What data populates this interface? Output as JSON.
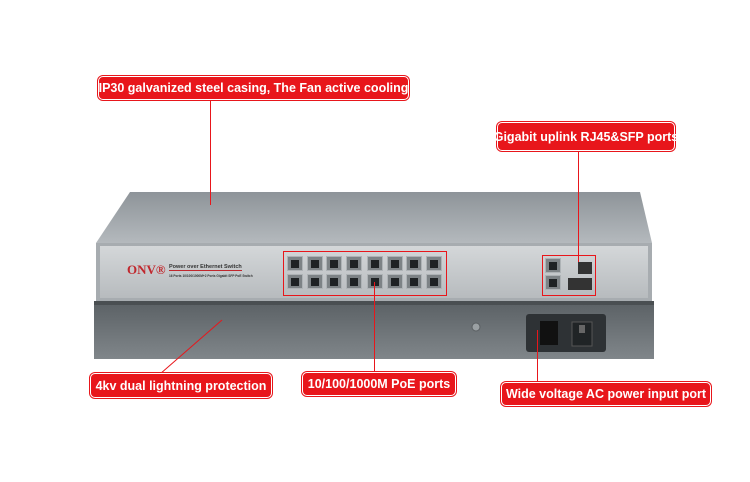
{
  "product": {
    "brand": "ONV®",
    "panel_title": "Power over Ethernet Switch",
    "panel_subtitle": "16 Ports 10/100/1000M+2 Ports Gigabit SFP PoE Switch"
  },
  "callouts": {
    "casing": "IP30 galvanized steel casing, The Fan active cooling",
    "uplink": "Gigabit uplink RJ45&SFP ports",
    "lightning": "4kv dual lightning protection",
    "poe_ports": "10/100/1000M PoE ports",
    "power": "Wide voltage AC power input port"
  },
  "colors": {
    "callout": "#e8161b",
    "brand": "#c0272d"
  }
}
